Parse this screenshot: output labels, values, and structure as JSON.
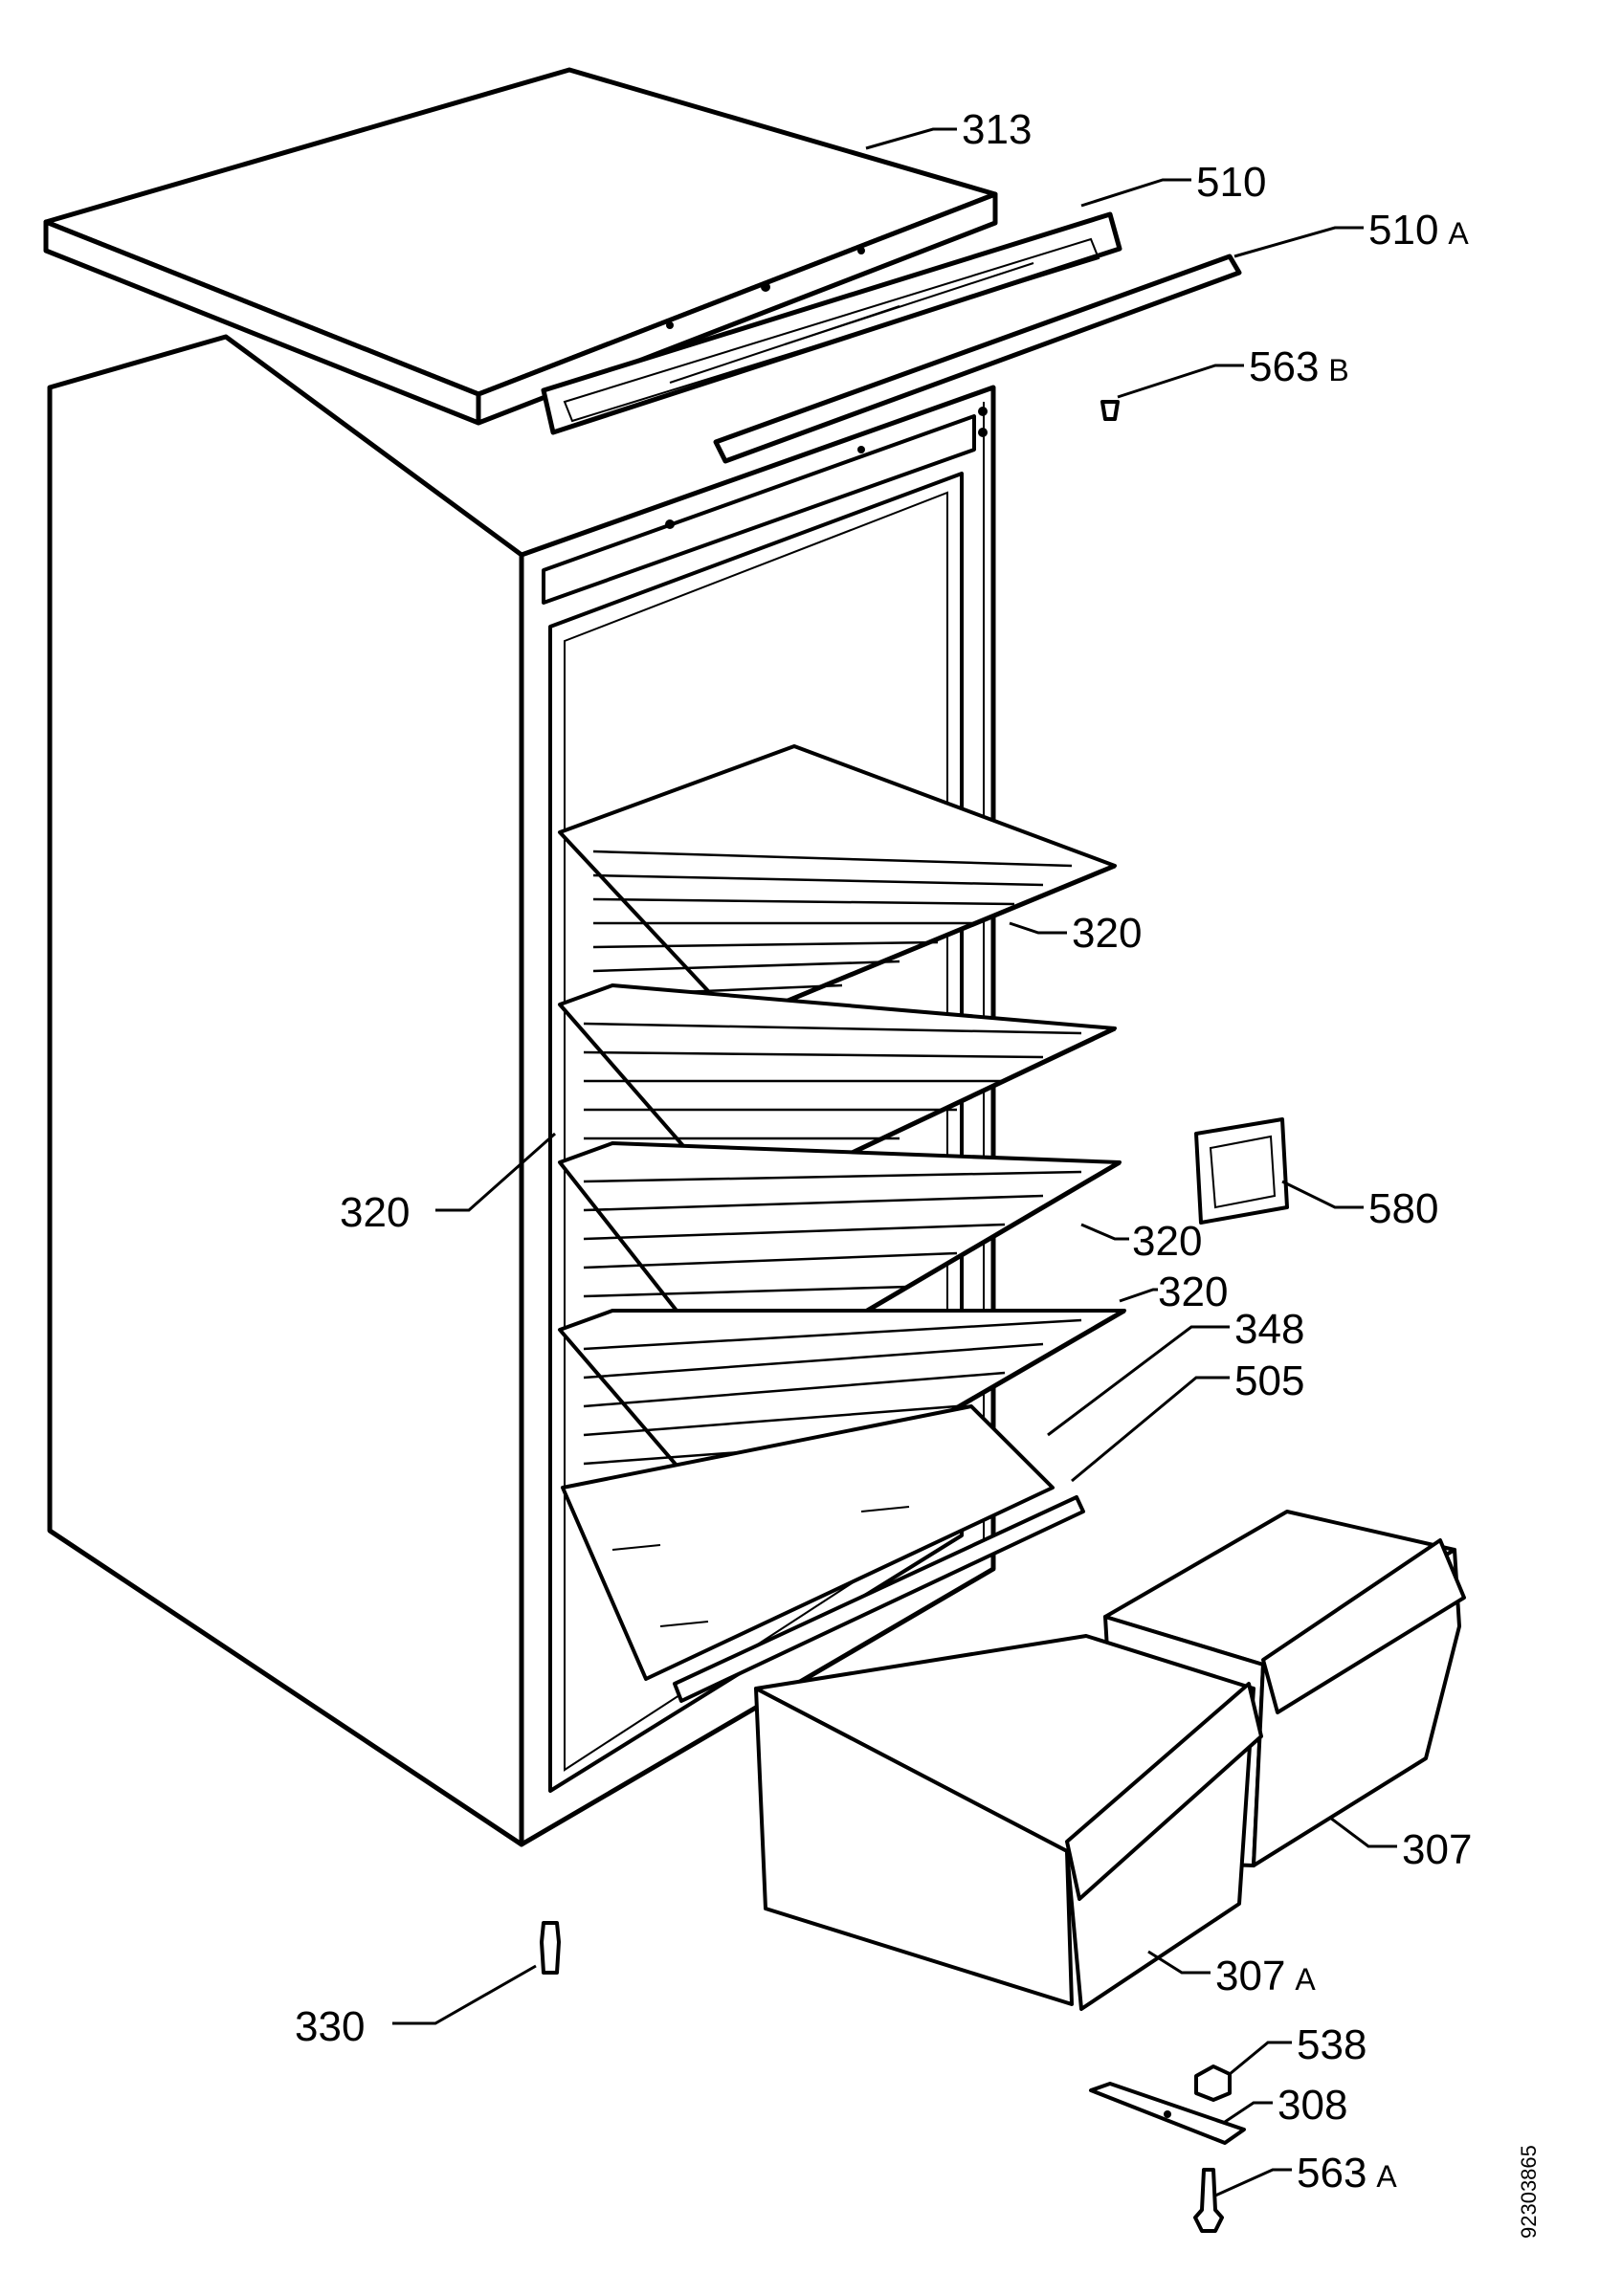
{
  "parts": [
    {
      "num": "313",
      "suffix": ""
    },
    {
      "num": "510",
      "suffix": ""
    },
    {
      "num": "510",
      "suffix": "A"
    },
    {
      "num": "563",
      "suffix": "B"
    },
    {
      "num": "320",
      "suffix": ""
    },
    {
      "num": "320",
      "suffix": ""
    },
    {
      "num": "580",
      "suffix": ""
    },
    {
      "num": "320",
      "suffix": ""
    },
    {
      "num": "320",
      "suffix": ""
    },
    {
      "num": "348",
      "suffix": ""
    },
    {
      "num": "505",
      "suffix": ""
    },
    {
      "num": "307",
      "suffix": ""
    },
    {
      "num": "307",
      "suffix": "A"
    },
    {
      "num": "330",
      "suffix": ""
    },
    {
      "num": "538",
      "suffix": ""
    },
    {
      "num": "308",
      "suffix": ""
    },
    {
      "num": "563",
      "suffix": "A"
    }
  ],
  "drawing_code": "92303865"
}
